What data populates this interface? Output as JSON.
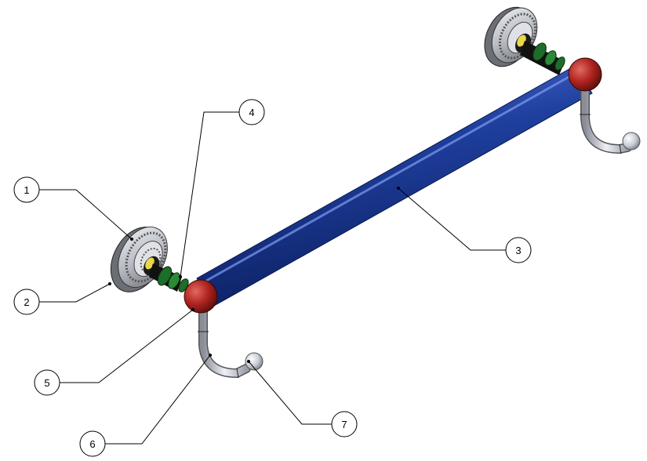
{
  "diagram": {
    "callouts": [
      {
        "id": "1",
        "label": "1"
      },
      {
        "id": "2",
        "label": "2"
      },
      {
        "id": "3",
        "label": "3"
      },
      {
        "id": "4",
        "label": "4"
      },
      {
        "id": "5",
        "label": "5"
      },
      {
        "id": "6",
        "label": "6"
      },
      {
        "id": "7",
        "label": "7"
      }
    ],
    "colors": {
      "bar": "#1f3f9e",
      "bar_highlight": "#4f72d8",
      "end_ball": "#b0231f",
      "hook": "#c9ccd6",
      "plate": "#c6c9cf",
      "connector": "#1e6d2a",
      "line": "#000000"
    }
  }
}
